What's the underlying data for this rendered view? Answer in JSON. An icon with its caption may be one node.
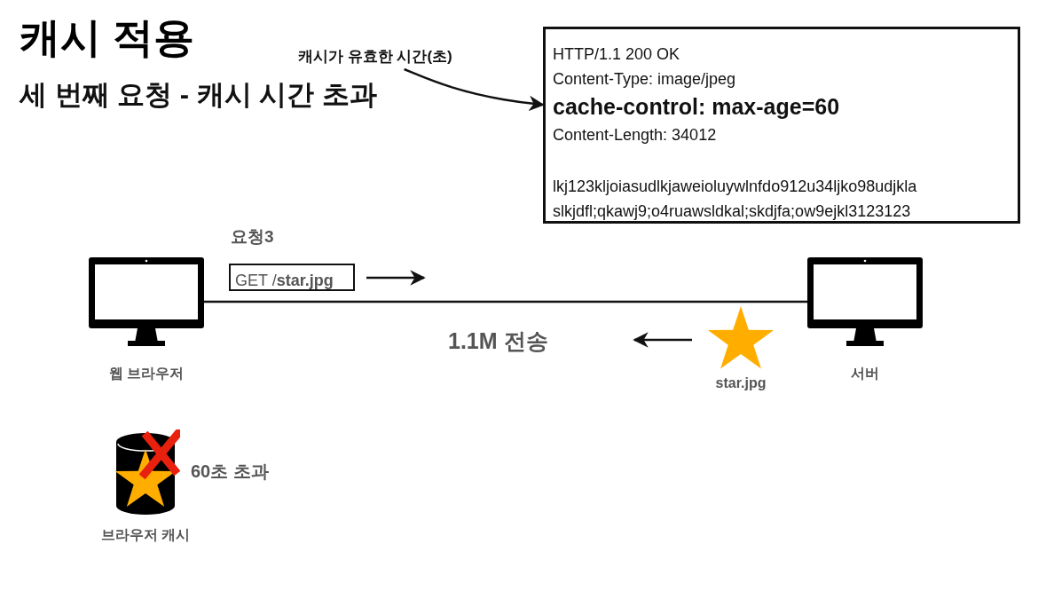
{
  "diagram": {
    "title": "캐시 적용",
    "nodes": [
      {
        "text": [
          "웹 브라우저"
        ]
      },
      {
        "text": [
          "서버"
        ]
      },
      {
        "text": [
          "캐시가 유효한 시간(초)"
        ]
      },
      {
        "text": [
          "HTTP/1.1 200 OK",
          "Content-Type: image/jpeg",
          "cache-control: max-age=60",
          "Content-Length: 34012",
          "lkj123kljoiasudlkjaweioluywlnfdo912u34ljko98udjkla slkjdfl;qkawj9;o4ruawsldkal;skdjfa;ow9ejkl3123123"
        ]
      },
      {
        "text": [
          "GET /**star.jpg**"
        ]
      },
      {
        "text": [
          "star.jpg"
        ]
      },
      {
        "text": [
          "브라우저 캐시"
        ],
        "beside": [
          "60초 초과"
        ]
      }
    ],
    "edges": [
      {
        "from": 2,
        "to": 3,
        "arrow": "to"
      },
      {
        "from": 0,
        "to": 1,
        "arrow": "none"
      }
    ],
    "labels": [
      "세 번째 요청 - 캐시 시간 초과",
      "요청3",
      "1.1M 전송"
    ]
  }
}
